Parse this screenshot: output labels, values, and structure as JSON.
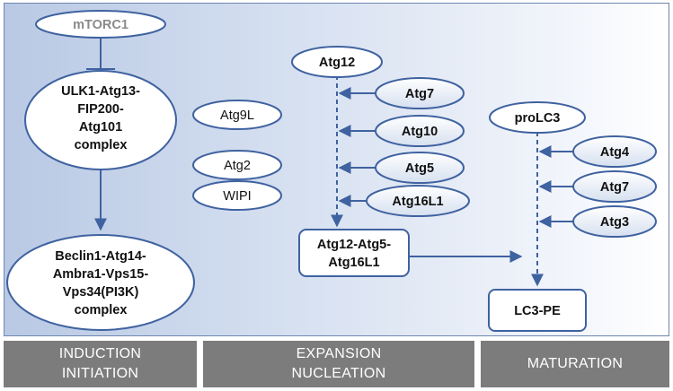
{
  "nodes": {
    "mtorc1": "mTORC1",
    "ulk1_complex": [
      "ULK1-Atg13-",
      "FIP200-",
      "Atg101",
      "complex"
    ],
    "beclin1_complex": [
      "Beclin1-Atg14-",
      "Ambra1-Vps15-",
      "Vps34(PI3K)",
      "complex"
    ],
    "atg9l": "Atg9L",
    "atg2": "Atg2",
    "wipi": "WIPI",
    "atg12": "Atg12",
    "atg7_a": "Atg7",
    "atg10": "Atg10",
    "atg5": "Atg5",
    "atg16l1": "Atg16L1",
    "atg12_atg5_atg16l1": [
      "Atg12-Atg5-",
      "Atg16L1"
    ],
    "prolc3": "proLC3",
    "atg4": "Atg4",
    "atg7_b": "Atg7",
    "atg3": "Atg3",
    "lc3_pe": "LC3-PE"
  },
  "stages": [
    {
      "line1": "INDUCTION",
      "line2": "INITIATION"
    },
    {
      "line1": "EXPANSION",
      "line2": "NUCLEATION"
    },
    {
      "line1": "MATURATION",
      "line2": ""
    }
  ],
  "colors": {
    "stroke": "#3f62a0",
    "bar": "#7c7c7c",
    "panel_left": "#b9c9e4",
    "panel_right": "#ffffff"
  }
}
